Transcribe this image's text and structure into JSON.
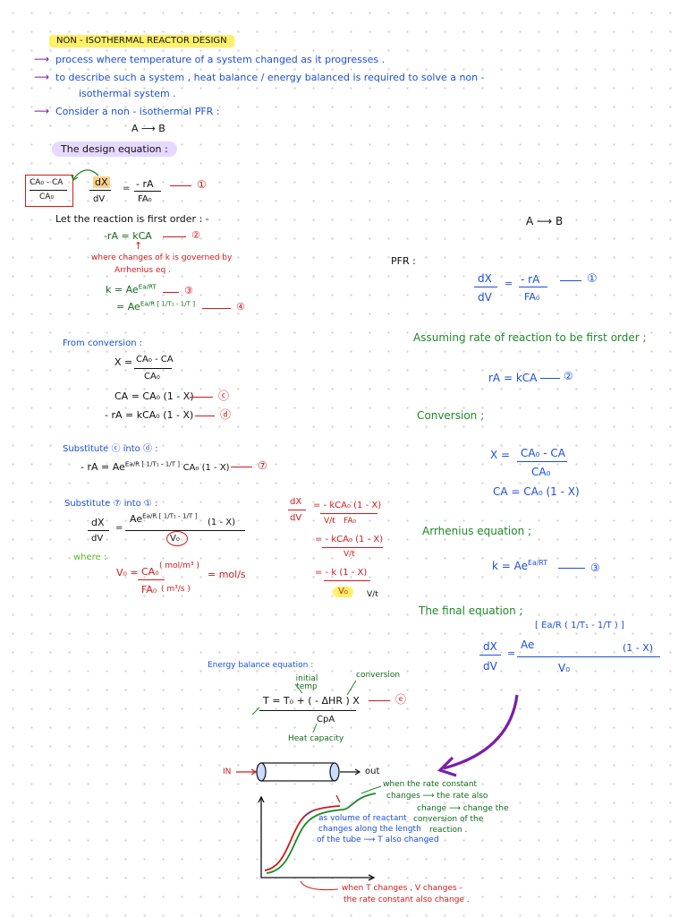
{
  "header": {
    "title": "NON - ISOTHERMAL REACTOR DESIGN",
    "bullet1": "process where temperature of a system changed as it progresses .",
    "bullet2a": "to describe such a system , heat balance / energy balanced is required to solve a non -",
    "bullet2b": "isothermal system .",
    "bullet3": "Consider a non - isothermal PFR :",
    "reaction": "A ⟶ B"
  },
  "left": {
    "design_title": "The design equation :",
    "boxed_num": "CA₀ - CA",
    "boxed_den": "CA₀",
    "deq_num": "dX",
    "deq_den": "dV",
    "deq_eq": "=",
    "deq_rhs_num": "- rA",
    "deq_rhs_den": "FA₀",
    "deq_tag": "①",
    "first_order": "Let the reaction is first order : -",
    "rate_law": "-rA = kCA",
    "rate_tag": "②",
    "k_note1": "where changes of k is governed by",
    "k_note2": "Arrhenius eq .",
    "k_eq_left": "k = Ae",
    "k_exp": "Ea/RT",
    "k_tag": "③",
    "k_eq2": "= Ae",
    "k_exp2": "Ea/R [ 1/T₁ - 1/T ]",
    "k2_tag": "④",
    "conv_title": "From conversion :",
    "conv_x": "X =",
    "conv_num": "CA₀ - CA",
    "conv_den": "CA₀",
    "ca_eq": "CA = CA₀ (1 - X)",
    "ca_tag": "ⓒ",
    "ra_eq": "- rA = kCA₀ (1 - X)",
    "ra_tag": "ⓓ",
    "sub1_title": "Substitute ⓒ into ⓓ :",
    "sub1_eq": "- rA = Ae",
    "sub1_exp": "Ea/R [ 1/T₁ - 1/T ]",
    "sub1_tail": "CA₀ (1 - X)",
    "sub1_tag": "⑦",
    "sub2_title": "Substitute ⑦ into ① :",
    "sub2_lhs_num": "dX",
    "sub2_lhs_den": "dV",
    "sub2_eq": "=",
    "sub2_ae": "Ae",
    "sub2_exp": "Ea/R [ 1/T₁ - 1/T ]",
    "sub2_tail": "(1 - X)",
    "sub2_den": "V₀",
    "where": "where :",
    "v0_lhs": "V₀ =",
    "v0_num": "CA₀",
    "v0_den": "FA₀",
    "v0_unit1": "( mol/m³ )",
    "v0_unit2": "( m³/s )",
    "v0_result": "= mol/s"
  },
  "middle": {
    "dxdv_num": "dX",
    "dxdv_den": "dV",
    "r1_eq": "= - kCA₀ (1 - X)",
    "r1_den1": "V/t",
    "r1_den2": "FA₀",
    "r2_eq": "= - kCA₀ (1 - X)",
    "r2_den": "V/t",
    "r3_eq": "= - k (1 - X)",
    "r3_den": "V₀",
    "r3_side": "V/t",
    "energy_title": "Energy balance equation :",
    "initial_temp": "initial temp",
    "conversion_label": "conversion",
    "energy_eq_lhs": "T = T₀ + ( - ΔHR ) X",
    "energy_den": "CpA",
    "energy_tag": "ⓔ",
    "heat_capacity": "Heat capacity",
    "pfr_in": "IN",
    "pfr_out": "out",
    "graph_note1": "as volume of reactant",
    "graph_note2": "changes along the length",
    "graph_note3": "of the tube ⟶ T also changed",
    "rate_note1": "when the rate constant",
    "rate_note2": "changes ⟶ the rate also",
    "rate_note3": "change ⟶ change the",
    "rate_note4": "conversion of the",
    "rate_note5": "reaction .",
    "bottom_note1": "when T changes , V changes -",
    "bottom_note2": "the rate constant also change ."
  },
  "right": {
    "reaction": "A ⟶ B",
    "pfr": "PFR :",
    "deq_num": "dX",
    "deq_den": "dV",
    "deq_eq": "=",
    "deq_rhs_num": "- rA",
    "deq_rhs_den": "FA₀",
    "deq_tag": "①",
    "assume": "Assuming rate of reaction to be first order ;",
    "rate_law": "rA = kCA",
    "rate_tag": "②",
    "conv_title": "Conversion ;",
    "x_lhs": "X =",
    "x_num": "CA₀ - CA",
    "x_den": "CA₀",
    "ca_eq": "CA = CA₀ (1 - X)",
    "arr_title": "Arrhenius equation ;",
    "k_eq": "k = Ae",
    "k_exp": "Ea/RT",
    "k_tag": "③",
    "final_title": "The final equation ;",
    "final_num": "dX",
    "final_den": "dV",
    "final_eq": "=",
    "final_ae": "Ae",
    "final_exp": "[ Ea/R ( 1/T₁ - 1/T ) ]",
    "final_tail": "(1 - X)",
    "final_v0": "V₀"
  },
  "colors": {
    "blue": "#1b4fd6",
    "red": "#d11a1a",
    "green": "#1c8a27",
    "purple": "#7a1fa8",
    "highlight_yellow": "#fff069",
    "highlight_purple": "#e6d8ff"
  }
}
